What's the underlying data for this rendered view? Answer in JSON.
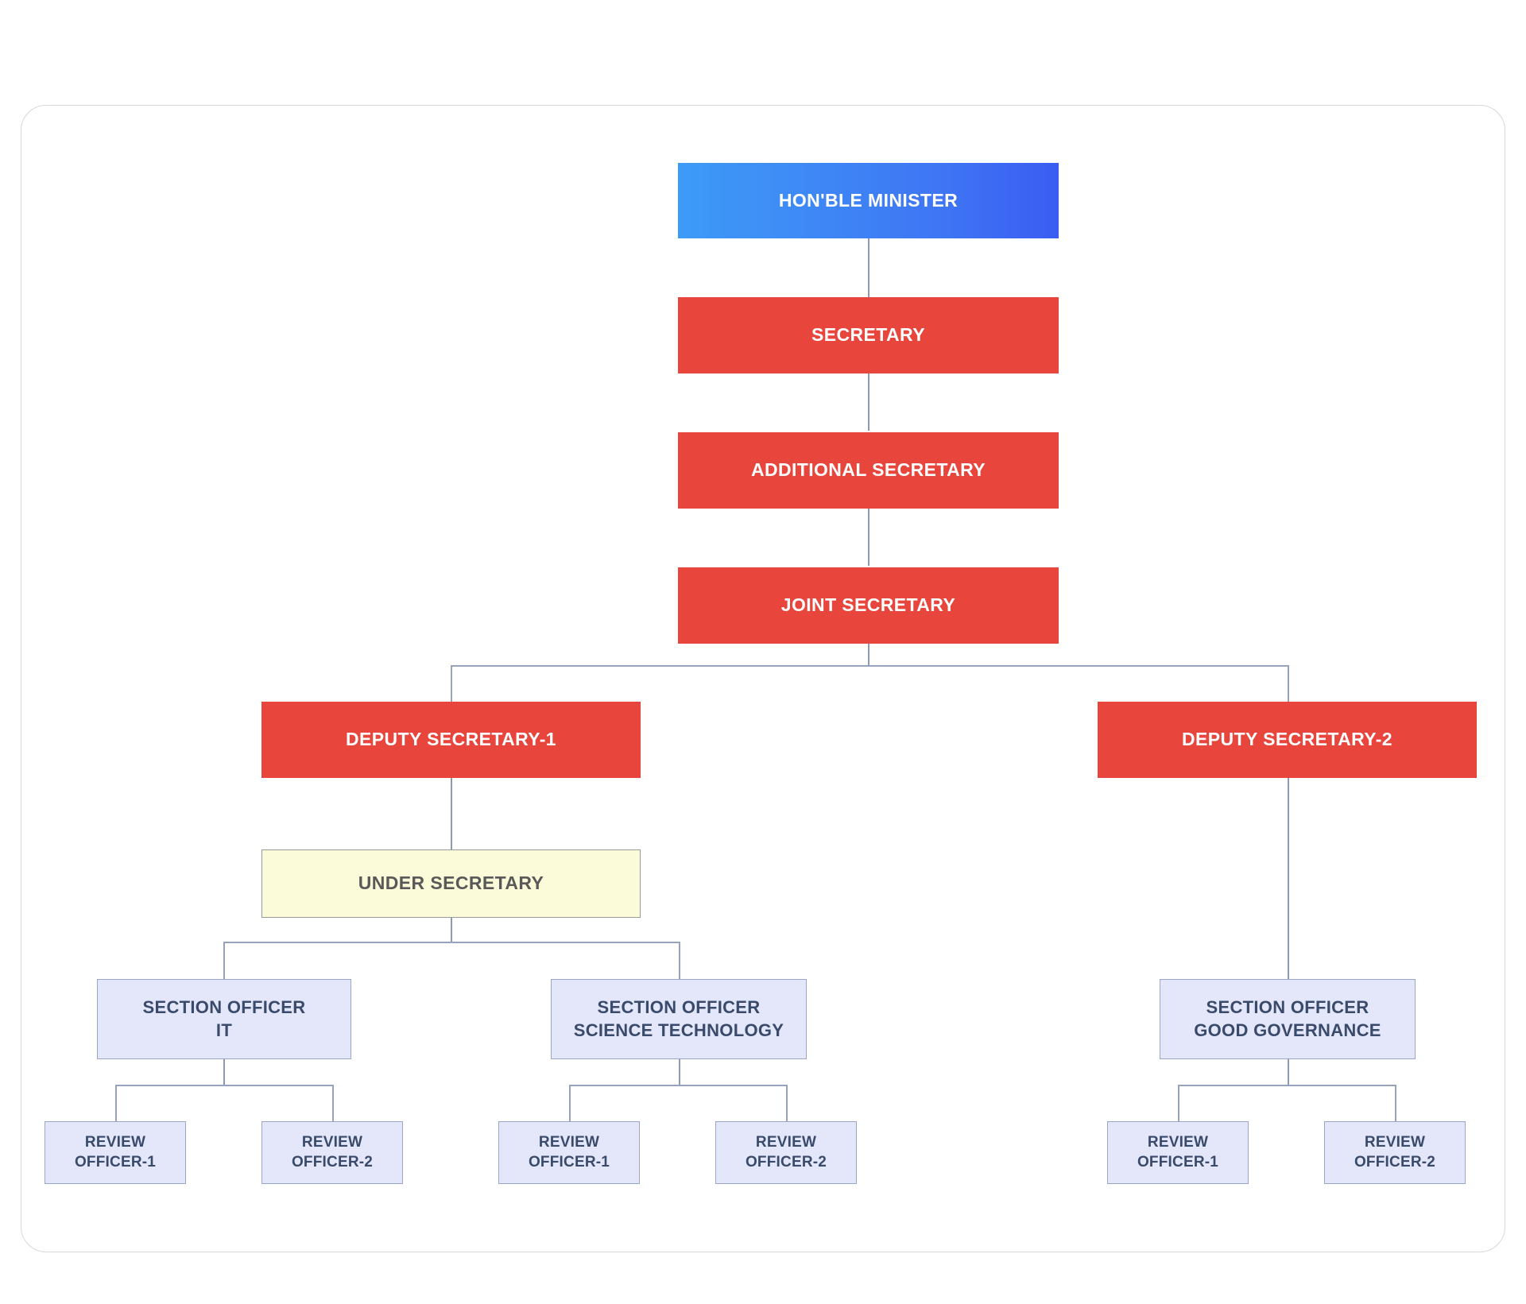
{
  "chart_data": {
    "type": "diagram",
    "title": "Organizational Hierarchy Chart",
    "diagram_kind": "organization-chart",
    "colors": {
      "minister_gradient_start": "#3d9bf7",
      "minister_gradient_end": "#3a5cf2",
      "executive_red": "#e8453c",
      "under_secretary_cream": "#fbfbd9",
      "under_secretary_border": "#9a9a9a",
      "under_secretary_text": "#595959",
      "section_officer_lavender": "#e3e7f9",
      "section_officer_border": "#9aa6c8",
      "section_officer_text": "#3a4a6b",
      "connector_line": "#8b9ab5",
      "frame_border": "#d8d8d8",
      "page_background": "#ffffff"
    },
    "levels": [
      {
        "level": 1,
        "nodes": [
          "HON'BLE MINISTER"
        ]
      },
      {
        "level": 2,
        "nodes": [
          "SECRETARY"
        ]
      },
      {
        "level": 3,
        "nodes": [
          "ADDITIONAL SECRETARY"
        ]
      },
      {
        "level": 4,
        "nodes": [
          "JOINT SECRETARY"
        ]
      },
      {
        "level": 5,
        "nodes": [
          "DEPUTY SECRETARY-1",
          "DEPUTY SECRETARY-2"
        ]
      },
      {
        "level": 6,
        "nodes": [
          "UNDER SECRETARY"
        ]
      },
      {
        "level": 7,
        "nodes": [
          "SECTION OFFICER IT",
          "SECTION OFFICER SCIENCE TECHNOLOGY",
          "SECTION OFFICER GOOD GOVERNANCE"
        ]
      },
      {
        "level": 8,
        "nodes": [
          "REVIEW OFFICER-1",
          "REVIEW OFFICER-2",
          "REVIEW OFFICER-1",
          "REVIEW OFFICER-2",
          "REVIEW OFFICER-1",
          "REVIEW OFFICER-2"
        ]
      }
    ],
    "edges": [
      [
        "HON'BLE MINISTER",
        "SECRETARY"
      ],
      [
        "SECRETARY",
        "ADDITIONAL SECRETARY"
      ],
      [
        "ADDITIONAL SECRETARY",
        "JOINT SECRETARY"
      ],
      [
        "JOINT SECRETARY",
        "DEPUTY SECRETARY-1"
      ],
      [
        "JOINT SECRETARY",
        "DEPUTY SECRETARY-2"
      ],
      [
        "DEPUTY SECRETARY-1",
        "UNDER SECRETARY"
      ],
      [
        "UNDER SECRETARY",
        "SECTION OFFICER IT"
      ],
      [
        "UNDER SECRETARY",
        "SECTION OFFICER SCIENCE TECHNOLOGY"
      ],
      [
        "DEPUTY SECRETARY-2",
        "SECTION OFFICER GOOD GOVERNANCE"
      ],
      [
        "SECTION OFFICER IT",
        "REVIEW OFFICER-1"
      ],
      [
        "SECTION OFFICER IT",
        "REVIEW OFFICER-2"
      ],
      [
        "SECTION OFFICER SCIENCE TECHNOLOGY",
        "REVIEW OFFICER-1"
      ],
      [
        "SECTION OFFICER SCIENCE TECHNOLOGY",
        "REVIEW OFFICER-2"
      ],
      [
        "SECTION OFFICER GOOD GOVERNANCE",
        "REVIEW OFFICER-1"
      ],
      [
        "SECTION OFFICER GOOD GOVERNANCE",
        "REVIEW OFFICER-2"
      ]
    ]
  },
  "nodes": {
    "minister": {
      "label": "HON'BLE MINISTER"
    },
    "secretary": {
      "label": "SECRETARY"
    },
    "additional_secretary": {
      "label": "ADDITIONAL SECRETARY"
    },
    "joint_secretary": {
      "label": "JOINT SECRETARY"
    },
    "deputy_secretary_1": {
      "label": "DEPUTY SECRETARY-1"
    },
    "deputy_secretary_2": {
      "label": "DEPUTY SECRETARY-2"
    },
    "under_secretary": {
      "label": "UNDER SECRETARY"
    },
    "section_officer_it": {
      "line1": "SECTION OFFICER",
      "line2": "IT"
    },
    "section_officer_science": {
      "line1": "SECTION OFFICER",
      "line2": "SCIENCE TECHNOLOGY"
    },
    "section_officer_governance": {
      "line1": "SECTION OFFICER",
      "line2": "GOOD GOVERNANCE"
    },
    "review_it_1": {
      "line1": "REVIEW",
      "line2": "OFFICER-1"
    },
    "review_it_2": {
      "line1": "REVIEW",
      "line2": "OFFICER-2"
    },
    "review_science_1": {
      "line1": "REVIEW",
      "line2": "OFFICER-1"
    },
    "review_science_2": {
      "line1": "REVIEW",
      "line2": "OFFICER-2"
    },
    "review_governance_1": {
      "line1": "REVIEW",
      "line2": "OFFICER-1"
    },
    "review_governance_2": {
      "line1": "REVIEW",
      "line2": "OFFICER-2"
    }
  }
}
